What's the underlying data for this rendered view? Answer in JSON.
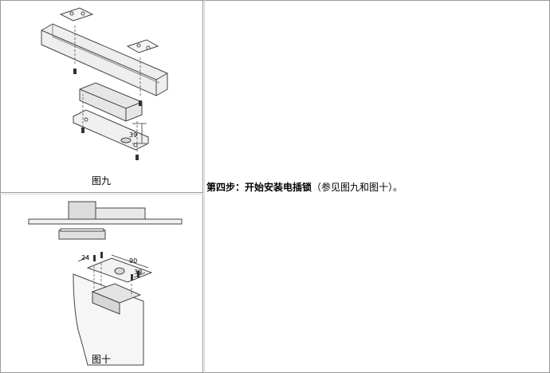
{
  "figures": [
    {
      "caption": "图九",
      "dimension_labels": [
        "39"
      ]
    },
    {
      "caption": "图十",
      "dimension_labels": [
        "24",
        "90",
        "39"
      ]
    }
  ],
  "instruction": {
    "step_label": "第四步：",
    "action": "开始安装电插锁",
    "reference": "（参见图九和图十）。"
  }
}
